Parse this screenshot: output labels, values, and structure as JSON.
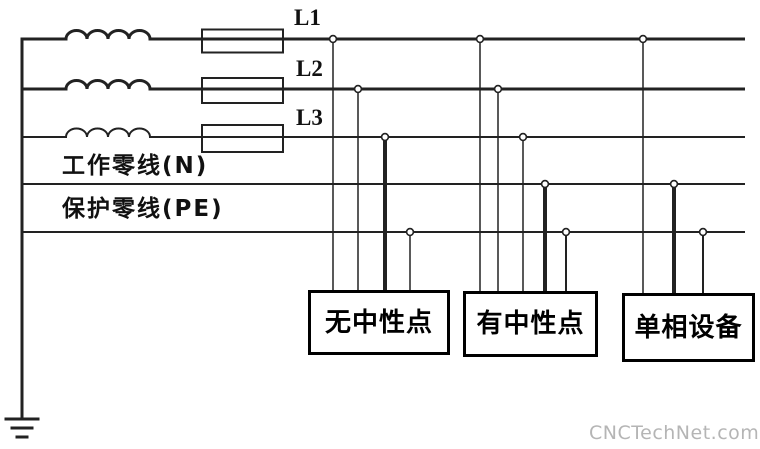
{
  "diagram": {
    "phases": [
      {
        "label": "L1"
      },
      {
        "label": "L2"
      },
      {
        "label": "L3"
      }
    ],
    "neutral_line_label": "工作零线(N)",
    "pe_line_label": "保护零线(PE)",
    "device_boxes": [
      {
        "label": "无中性点"
      },
      {
        "label": "有中性点"
      },
      {
        "label": "单相设备"
      }
    ],
    "watermark": "CNCTechNet.com",
    "colors": {
      "line": "#222222",
      "box_border": "#000000",
      "watermark": "#b5b5b5",
      "background": "#ffffff"
    }
  }
}
